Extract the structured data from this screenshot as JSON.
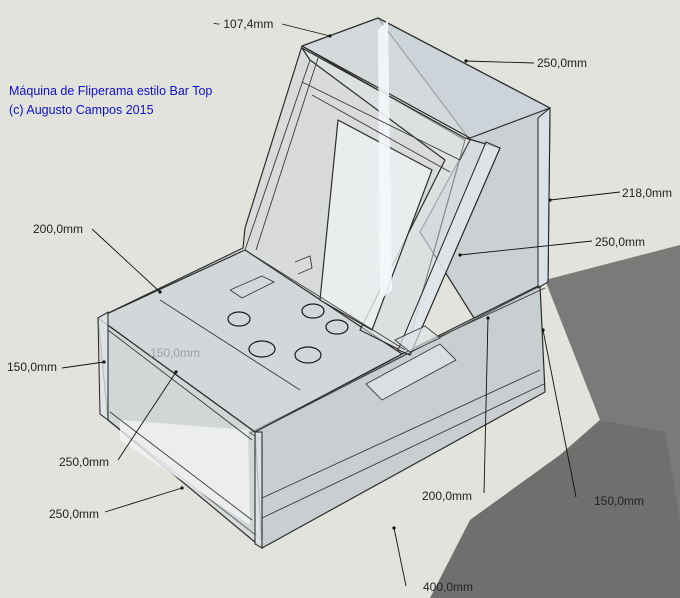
{
  "model": {
    "title": "Máquina de Fliperama estilo Bar Top",
    "copyright": "(c) Augusto Campos 2015",
    "title_color": "#1010c8"
  },
  "dimensions": {
    "marquee_depth": "~ 107,4mm",
    "top_width": "250,0mm",
    "back_height": "218,0mm",
    "screen_width": "250,0mm",
    "panel_depth": "200,0mm",
    "front_height": "150,0mm",
    "control_depth": "250,0mm",
    "base_width": "250,0mm",
    "inner_base_depth": "200,0mm",
    "back_base_height": "150,0mm",
    "base_length": "400,0mm",
    "ghost_label": "150,0mm"
  }
}
